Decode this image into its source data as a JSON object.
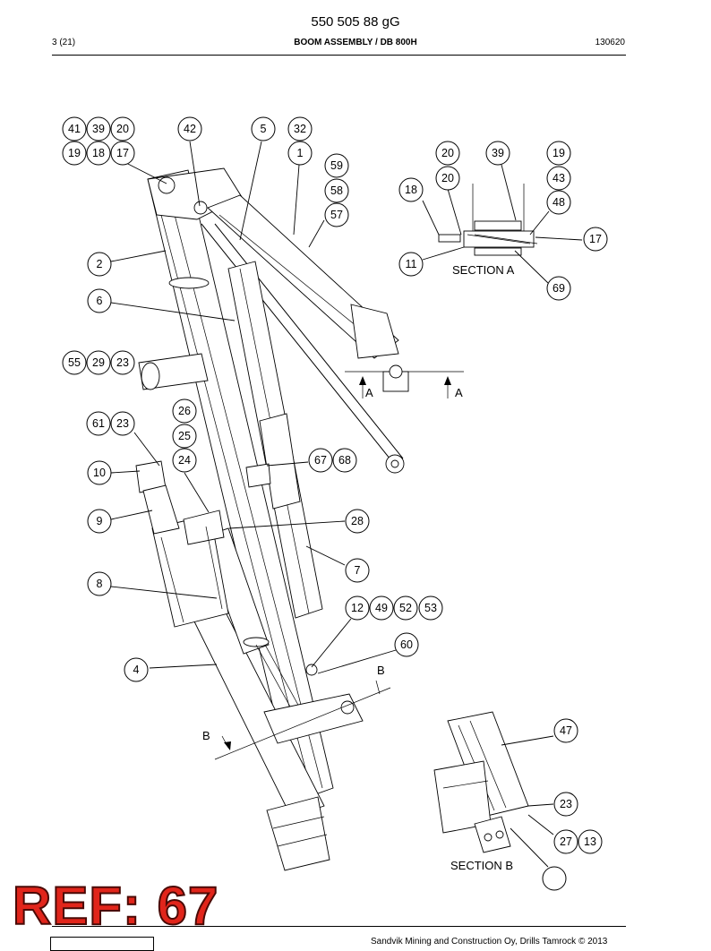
{
  "header": {
    "doc_number": "550 505 88 gG",
    "page": "3 (21)",
    "title": "BOOM ASSEMBLY / DB 800H",
    "date_code": "130620"
  },
  "footer": {
    "copyright": "Sandvik Mining and Construction Oy, Drills Tamrock © 2013"
  },
  "stamp": {
    "text": "REF: 67",
    "color": "#e1251b"
  },
  "sections": {
    "a_label": "SECTION A",
    "b_label": "SECTION B",
    "cut_a": "A",
    "cut_b": "B"
  },
  "callouts": [
    "41",
    "39",
    "20",
    "19",
    "18",
    "17",
    "42",
    "5",
    "32",
    "1",
    "59",
    "58",
    "57",
    "2",
    "6",
    "55",
    "29",
    "23",
    "61",
    "26",
    "25",
    "24",
    "10",
    "9",
    "8",
    "4",
    "67",
    "68",
    "28",
    "7",
    "12",
    "49",
    "52",
    "53",
    "20",
    "60",
    "39",
    "19",
    "20",
    "43",
    "18",
    "48",
    "17",
    "11",
    "69",
    "47",
    "23",
    "27",
    "13"
  ]
}
